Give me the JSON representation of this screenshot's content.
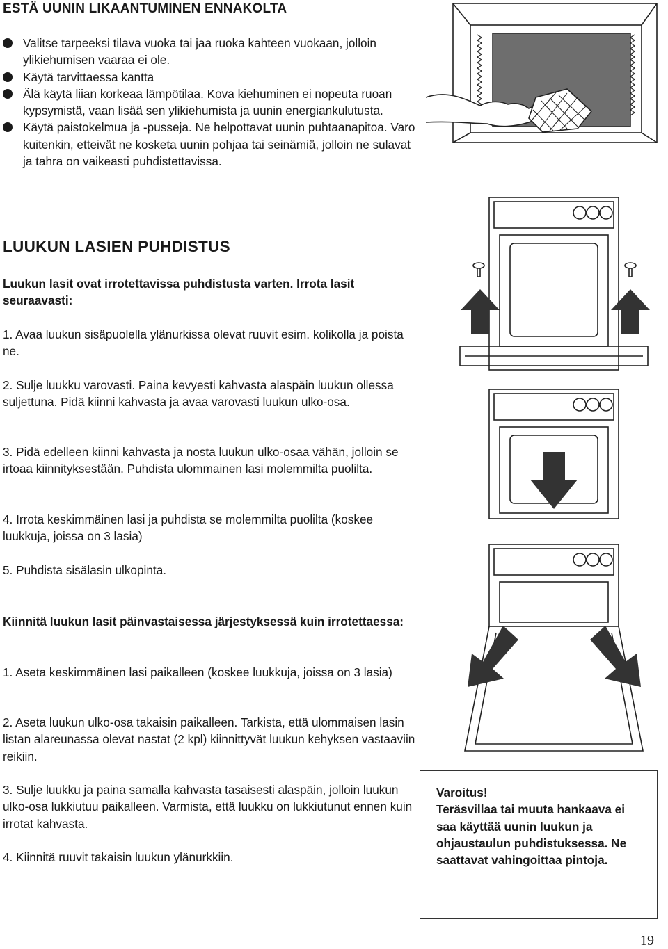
{
  "section1": {
    "title": "ESTÄ UUNIN LIKAANTUMINEN ENNAKOLTA",
    "bullets": [
      "Valitse tarpeeksi tilava vuoka tai jaa ruoka kahteen vuokaan, jolloin ylikiehumisen vaaraa ei ole.",
      "Käytä tarvittaessa kantta",
      "Älä käytä liian korkeaa lämpötilaa. Kova kiehuminen ei nopeuta ruoan kypsymistä, vaan lisää sen ylikiehumista ja uunin energiankulutusta.",
      "Käytä paistokelmua ja -pusseja. Ne helpottavat uunin puhtaanapitoa. Varo kuitenkin, etteivät ne kosketa uunin pohjaa tai seinämiä, jolloin ne sulavat ja tahra on vaikeasti puhdistettavissa."
    ]
  },
  "section2": {
    "title": "LUUKUN LASIEN PUHDISTUS",
    "intro": "Luukun lasit ovat irrotettavissa puhdistusta varten. Irrota lasit seuraavasti:",
    "steps": [
      "1. Avaa luukun sisäpuolella ylänurkissa olevat ruuvit esim. kolikolla ja poista ne.",
      "2. Sulje luukku varovasti. Paina kevyesti kahvasta alaspäin luukun ollessa suljettuna. Pidä kiinni kahvasta ja avaa varovasti luukun ulko-osa.",
      "3. Pidä edelleen kiinni kahvasta ja nosta luukun ulko-osaa vähän, jolloin se irtoaa kiinnityksestään. Puhdista ulommainen lasi molemmilta puolilta.",
      "4. Irrota keskimmäinen lasi ja puhdista se molemmilta puolilta (koskee luukkuja, joissa on 3 lasia)",
      "5. Puhdista sisälasin ulkopinta."
    ],
    "reassembly_heading": "Kiinnitä luukun lasit päinvastaisessa järjestyksessä kuin irrotettaessa:",
    "reassembly_steps": [
      "1. Aseta keskimmäinen lasi paikalleen (koskee luukkuja, joissa on 3 lasia)",
      "2. Aseta luukun ulko-osa takaisin paikalleen. Tarkista, että ulommaisen lasin listan alareunassa olevat nastat (2 kpl) kiinnittyvät luukun kehyksen vastaaviin reikiin.",
      "3. Sulje luukku ja paina samalla kahvasta tasaisesti alaspäin, jolloin luukun ulko-osa lukkiutuu paikalleen. Varmista, että luukku on lukkiutunut ennen kuin irrotat kahvasta.",
      "4. Kiinnitä ruuvit takaisin luukun ylänurkkiin."
    ]
  },
  "warning": {
    "lines": [
      "Varoitus!",
      "Teräsvillaa tai muuta hankaava ei saa käyttää uunin luukun ja ohjaustaulun puhdistuksessa. Ne saattavat vahingoittaa pintoja."
    ]
  },
  "page_number": "19"
}
